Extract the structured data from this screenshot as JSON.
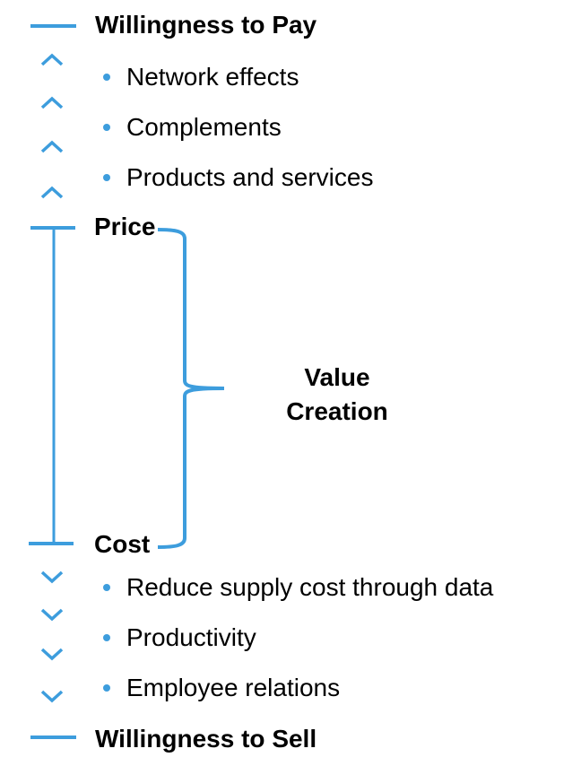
{
  "colors": {
    "accent": "#3d9ddd",
    "text": "#000000",
    "background": "#ffffff"
  },
  "top_label": "Willingness to Pay",
  "price_label": "Price",
  "cost_label": "Cost",
  "bottom_label": "Willingness to Sell",
  "value_creation": {
    "line1": "Value",
    "line2": "Creation"
  },
  "wtp_drivers": [
    {
      "label": "Network effects"
    },
    {
      "label": "Complements"
    },
    {
      "label": "Products and services"
    }
  ],
  "cost_drivers": [
    {
      "label": "Reduce supply cost through data"
    },
    {
      "label": "Productivity"
    },
    {
      "label": "Employee relations"
    }
  ],
  "icons": {
    "up_arrows": [
      "chevron-up-icon",
      "chevron-up-icon",
      "chevron-up-icon",
      "chevron-up-icon"
    ],
    "down_arrows": [
      "chevron-down-icon",
      "chevron-down-icon",
      "chevron-down-icon",
      "chevron-down-icon"
    ]
  }
}
